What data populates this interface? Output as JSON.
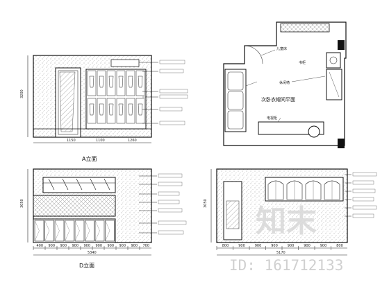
{
  "views": {
    "elev_a": {
      "title": "A立面",
      "dims_bottom": [
        "1150",
        "1100",
        "1260"
      ],
      "dims_left": [
        "3200"
      ]
    },
    "elev_d": {
      "title": "D立面",
      "dims_bottom": [
        "400",
        "900",
        "900",
        "900",
        "900",
        "900",
        "900",
        "900",
        "900",
        "700"
      ],
      "dims_left": [
        "3050"
      ],
      "total": "5340"
    },
    "elev_c": {
      "dims_bottom": [
        "800",
        "900",
        "900",
        "900",
        "900",
        "900",
        "900",
        "800"
      ],
      "dims_left": [
        "3050"
      ],
      "total": "5170"
    },
    "plan": {
      "center_label": "次卧衣帽间平面",
      "labels": [
        "儿童床",
        "书柜",
        "休闲椅",
        "电视柜"
      ]
    }
  },
  "watermark": {
    "brand": "知末",
    "id_text": "ID: 161712133"
  }
}
